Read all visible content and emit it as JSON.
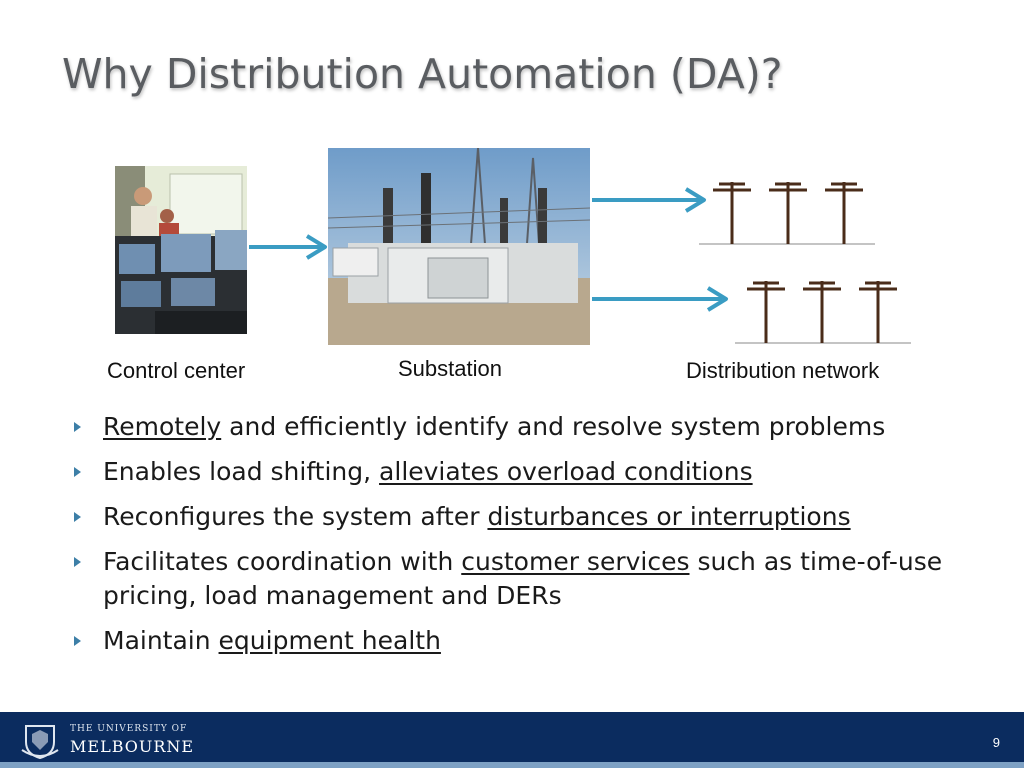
{
  "slide": {
    "title": "Why Distribution Automation (DA)?",
    "page_number": "9"
  },
  "diagram": {
    "captions": {
      "control_center": "Control center",
      "substation": "Substation",
      "distribution_network": "Distribution network"
    }
  },
  "bullets": [
    {
      "segments": [
        {
          "text": "Remotely",
          "u": true
        },
        {
          "text": " and efficiently identify and resolve system problems",
          "u": false
        }
      ]
    },
    {
      "segments": [
        {
          "text": "Enables load shifting, ",
          "u": false
        },
        {
          "text": "alleviates overload conditions",
          "u": true
        }
      ]
    },
    {
      "segments": [
        {
          "text": "Reconfigures the system after ",
          "u": false
        },
        {
          "text": "disturbances or interruptions",
          "u": true
        }
      ]
    },
    {
      "segments": [
        {
          "text": "Facilitates coordination with ",
          "u": false
        },
        {
          "text": "customer services",
          "u": true
        },
        {
          "text": " such as time-of-use pricing, load management and DERs",
          "u": false
        }
      ]
    },
    {
      "segments": [
        {
          "text": "Maintain ",
          "u": false
        },
        {
          "text": "equipment health",
          "u": true
        }
      ]
    }
  ],
  "footer": {
    "logo_line1": "THE UNIVERSITY OF",
    "logo_line2": "MELBOURNE"
  },
  "colors": {
    "arrow": "#3a9cc3",
    "footer_bg": "#0b2c5f",
    "bullet_marker": "#3d7fa7"
  }
}
